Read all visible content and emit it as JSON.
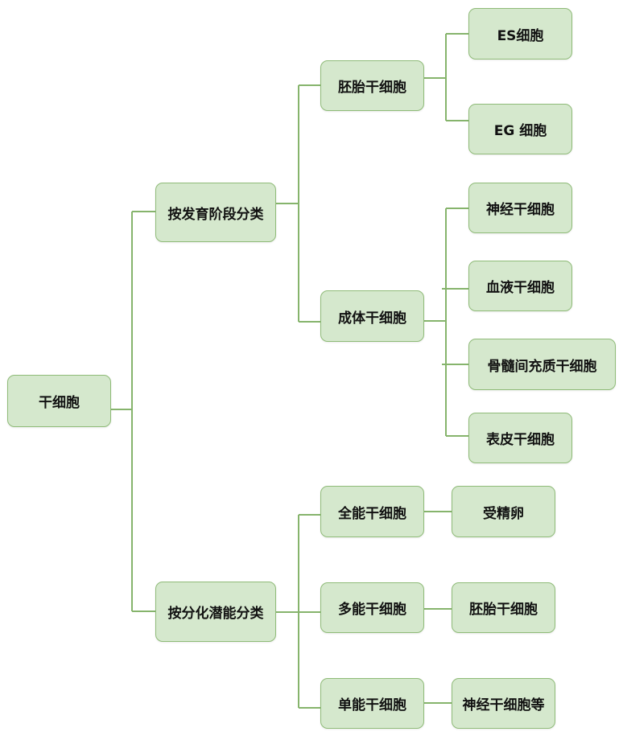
{
  "root": "干细胞",
  "dev": {
    "label": "按发育阶段分类",
    "embryonic": {
      "label": "胚胎干细胞",
      "leaves": [
        "ES细胞",
        "EG 细胞"
      ]
    },
    "adult": {
      "label": "成体干细胞",
      "leaves": [
        "神经干细胞",
        "血液干细胞",
        "骨髓间充质干细胞",
        "表皮干细胞"
      ]
    }
  },
  "potency": {
    "label": "按分化潜能分类",
    "totipotent": {
      "label": "全能干细胞",
      "example": "受精卵"
    },
    "pluripotent": {
      "label": "多能干细胞",
      "example": "胚胎干细胞"
    },
    "unipotent": {
      "label": "单能干细胞",
      "example": "神经干细胞等"
    }
  },
  "colors": {
    "node_fill": "#d5e8cd",
    "node_border": "#8fbb78",
    "line": "#86b46c"
  }
}
